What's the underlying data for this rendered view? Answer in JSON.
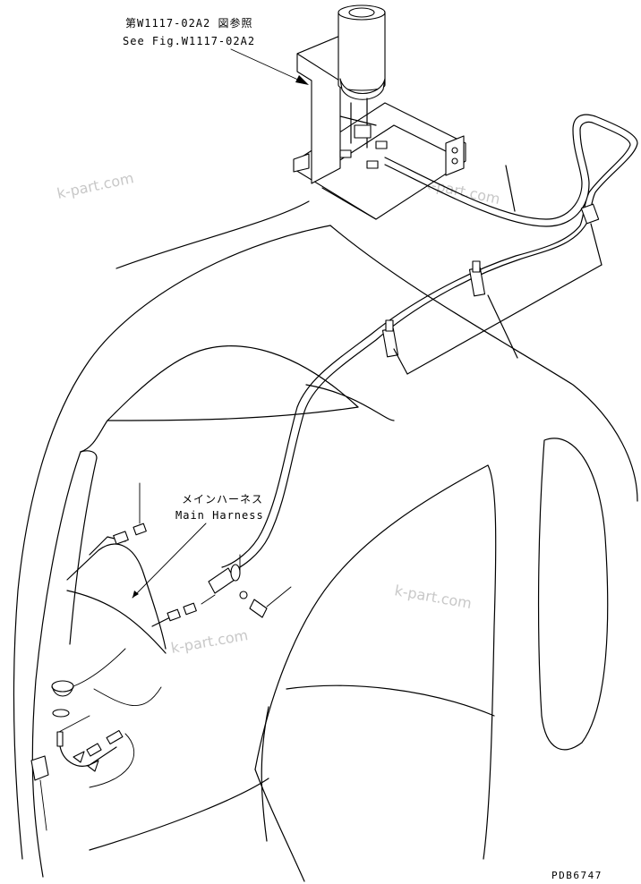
{
  "reference": {
    "jp": "第W1117-02A2 図参照",
    "en": "See Fig.W1117-02A2"
  },
  "main_harness": {
    "jp": "メインハーネス",
    "en": "Main Harness"
  },
  "watermark": "k-part.com",
  "drawing_code": "PDB6747",
  "colors": {
    "line": "#000000",
    "watermark": "#c8c8c8",
    "background": "#ffffff"
  }
}
